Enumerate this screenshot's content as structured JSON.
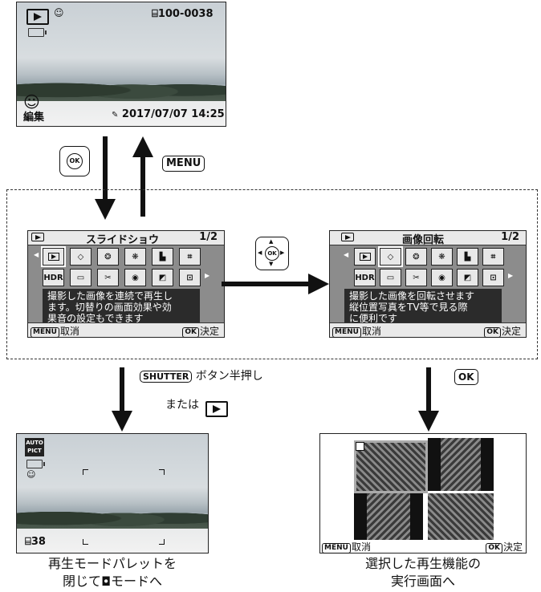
{
  "top_screen": {
    "file_number": "100-0038",
    "datetime": "2017/07/07 14:25",
    "edit_label": "編集"
  },
  "arrows_top": {
    "menu_button": "MENU"
  },
  "palette_left": {
    "title": "スライドショウ",
    "page": "1/2",
    "desc_lines": [
      "撮影した画像を連続で再生し",
      "ます。切替りの画面効果や効",
      "果音の設定もできます"
    ],
    "cancel_tag": "MENU",
    "cancel_label": "取消",
    "ok_tag": "OK",
    "ok_label": "決定",
    "hdr_label": "HDR"
  },
  "palette_right": {
    "title": "画像回転",
    "page": "1/2",
    "desc_lines": [
      "撮影した画像を回転させます",
      "縦位置写真をTV等で見る際",
      "に便利です"
    ],
    "cancel_tag": "MENU",
    "cancel_label": "取消",
    "ok_tag": "OK",
    "ok_label": "決定",
    "hdr_label": "HDR"
  },
  "arrows_bottom": {
    "shutter_button": "SHUTTER",
    "shutter_text": "ボタン半押し",
    "or_text": "または",
    "ok_button": "OK"
  },
  "capture_screen": {
    "mode_badge": "AUTO PICT",
    "remaining": "38"
  },
  "rotate_screen": {
    "cancel_tag": "MENU",
    "cancel_label": "取消",
    "ok_tag": "OK",
    "ok_label": "決定"
  },
  "captions": {
    "left_line1": "再生モードパレットを",
    "left_line2": "閉じて",
    "left_line2_tail": "モードへ",
    "right_line1": "選択した再生機能の",
    "right_line2": "実行画面へ"
  }
}
